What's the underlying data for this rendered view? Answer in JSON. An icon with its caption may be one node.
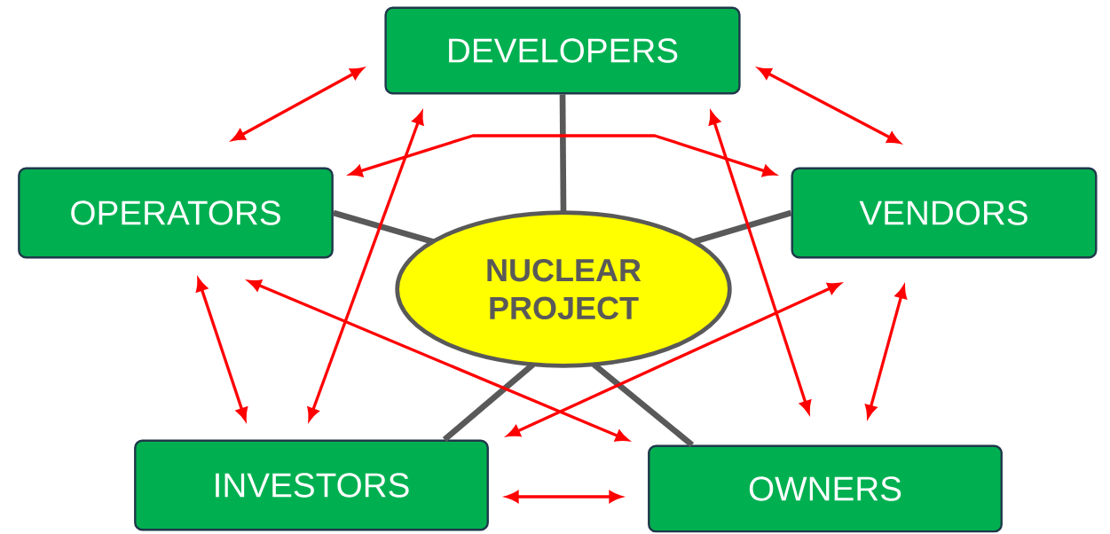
{
  "diagram": {
    "nodes": [
      {
        "text": [
          "DEVELOPERS"
        ]
      },
      {
        "text": [
          "OPERATORS"
        ]
      },
      {
        "text": [
          "VENDORS"
        ]
      },
      {
        "text": [
          "NUCLEAR PROJECT"
        ]
      },
      {
        "text": [
          "INVESTORS"
        ]
      },
      {
        "text": [
          "OWNERS"
        ]
      }
    ],
    "edges": [
      {
        "from": 3,
        "to": 0,
        "arrow": "none",
        "style": "thick",
        "color": "#595959"
      },
      {
        "from": 3,
        "to": 1,
        "arrow": "none",
        "style": "thick",
        "color": "#595959"
      },
      {
        "from": 3,
        "to": 2,
        "arrow": "none",
        "style": "thick",
        "color": "#595959"
      },
      {
        "from": 3,
        "to": 4,
        "arrow": "none",
        "style": "thick",
        "color": "#595959"
      },
      {
        "from": 3,
        "to": 5,
        "arrow": "none",
        "style": "thick",
        "color": "#595959"
      },
      {
        "from": 0,
        "to": 1,
        "arrow": "both"
      },
      {
        "from": 0,
        "to": 2,
        "arrow": "both"
      },
      {
        "from": 1,
        "to": 2,
        "arrow": "both"
      },
      {
        "from": 0,
        "to": 4,
        "arrow": "both"
      },
      {
        "from": 0,
        "to": 5,
        "arrow": "both"
      },
      {
        "from": 1,
        "to": 4,
        "arrow": "both"
      },
      {
        "from": 1,
        "to": 5,
        "arrow": "both"
      },
      {
        "from": 2,
        "to": 4,
        "arrow": "both"
      },
      {
        "from": 2,
        "to": 5,
        "arrow": "both"
      },
      {
        "from": 4,
        "to": 5,
        "arrow": "both"
      }
    ]
  }
}
